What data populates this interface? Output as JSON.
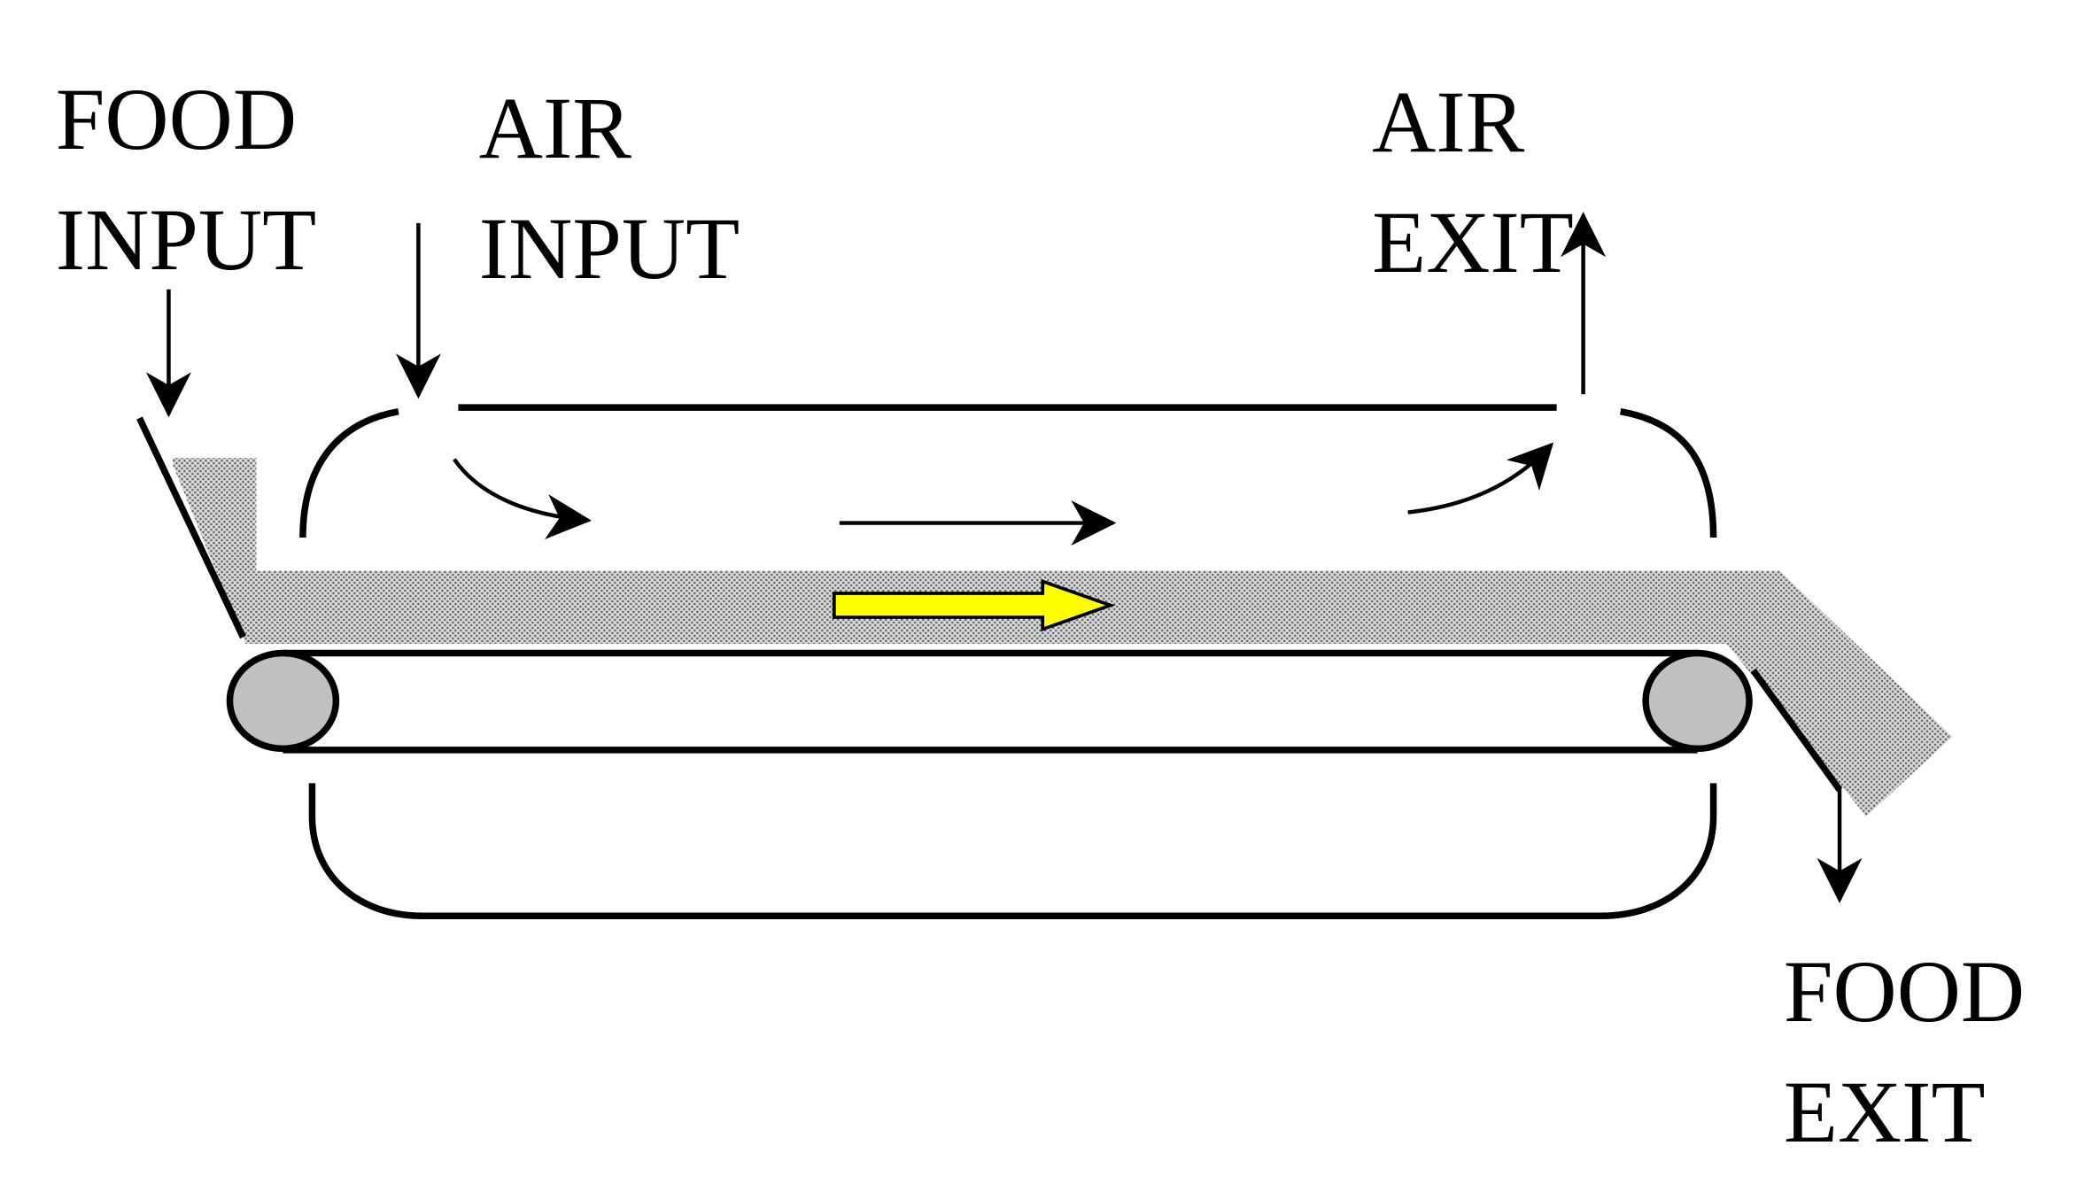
{
  "labels": {
    "food_input": [
      "FOOD",
      "INPUT"
    ],
    "air_input": [
      "AIR",
      "INPUT"
    ],
    "air_exit": [
      "AIR",
      "EXIT"
    ],
    "food_exit": [
      "FOOD",
      "EXIT"
    ]
  },
  "colors": {
    "stroke": "#000000",
    "food_bed": "#c9c9c9",
    "roller": "#c0c0c0",
    "belt_arrow": "#ffff00"
  }
}
